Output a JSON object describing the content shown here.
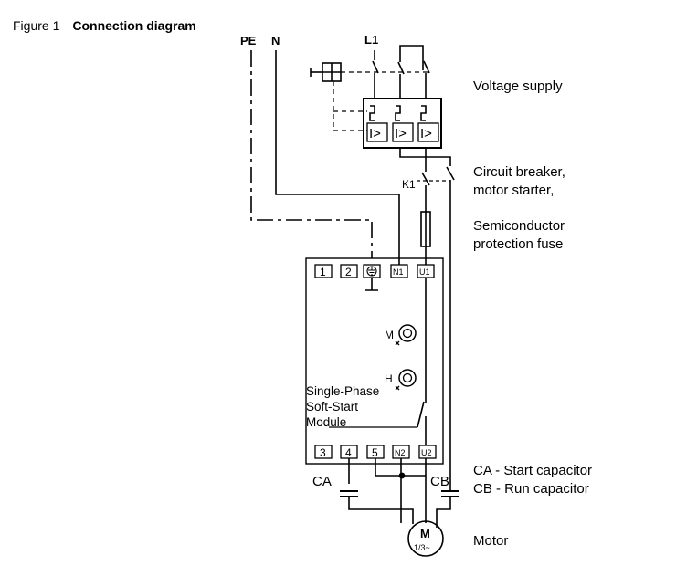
{
  "figure": {
    "number": "Figure 1",
    "title": "Connection diagram"
  },
  "supply": {
    "pe": "PE",
    "n": "N",
    "l1": "L1"
  },
  "contactor": {
    "label": "K1"
  },
  "breaker": {
    "overcurrent": [
      "I>",
      "I>",
      "I>"
    ]
  },
  "module": {
    "label_lines": [
      "Single-Phase",
      "Soft-Start",
      "Module"
    ],
    "top_terminals": [
      "1",
      "2",
      "",
      "N1",
      "U1"
    ],
    "bottom_terminals": [
      "3",
      "4",
      "5",
      "N2",
      "U2"
    ],
    "pot_m": "M",
    "pot_h": "H"
  },
  "capacitors": {
    "ca": "CA",
    "cb": "CB"
  },
  "motor": {
    "symbol": "M",
    "rating": "1/3~"
  },
  "legend": {
    "voltage_supply": "Voltage supply",
    "breaker_line1": "Circuit breaker,",
    "breaker_line2": "motor starter,",
    "fuse_line1": "Semiconductor",
    "fuse_line2": "protection fuse",
    "ca_desc": "CA - Start capacitor",
    "cb_desc": "CB - Run capacitor",
    "motor": "Motor"
  },
  "colors": {
    "line": "#000000",
    "background": "#ffffff"
  }
}
